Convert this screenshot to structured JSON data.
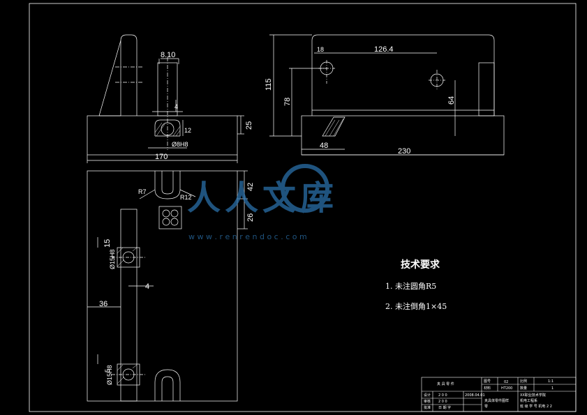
{
  "dimensions": {
    "front_width": "8.10",
    "front_4": "4",
    "front_12": "12",
    "front_bore": "Ø8H8",
    "front_25": "25",
    "front_170": "170",
    "side_18": "18",
    "side_126_4": "126.4",
    "side_115": "115",
    "side_78": "78",
    "side_64": "64",
    "side_48": "48",
    "side_230": "230",
    "top_r7": "R7",
    "top_r12": "R12",
    "top_42": "42",
    "top_26": "26",
    "top_15": "15",
    "top_d15_a": "Ø15H8",
    "top_4": "4",
    "top_36": "36",
    "top_5": "5",
    "top_d15_b": "Ø15H8"
  },
  "notes": {
    "heading": "技术要求",
    "item1": "1. 未注圆角R5",
    "item2": "2. 未注倒角1×45"
  },
  "watermark": {
    "cn": "人人文库",
    "url": "w w w . r e n r e n d o c . c o m"
  },
  "title_block": {
    "name": "夹 具 零 件",
    "r1c1": "图号",
    "r1c2": "02",
    "r1c3": "比例",
    "r1c4": "1:1",
    "r2c1": "材料",
    "r2c2": "HT200",
    "r2c3": "数量",
    "r2c4": "1",
    "design": "设计",
    "check": "审核",
    "approve": "批准",
    "p1": "2 0 0",
    "p2": "2 0 0",
    "p3": "日 期 字",
    "date": "2008.04.01",
    "part": "夹具体零件图样",
    "part2": "零",
    "school": "XX职业技术学院",
    "school2": "机电工程系",
    "cls": "班 级 学 号 机电 2 2"
  },
  "colors": {
    "line": "#ffffff",
    "background": "#000000",
    "watermark": "#2a6fa8"
  }
}
